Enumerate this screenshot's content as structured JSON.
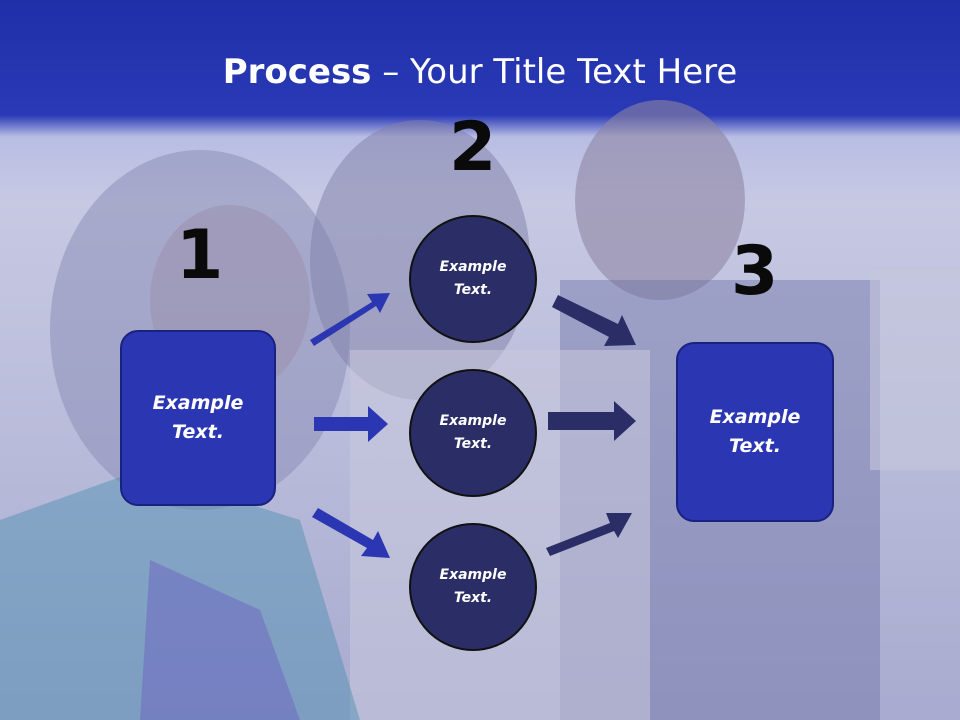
{
  "title": {
    "bold": "Process",
    "rest": " – Your Title Text Here"
  },
  "steps": [
    {
      "number": "1",
      "text_line1": "Example",
      "text_line2": "Text."
    },
    {
      "number": "2",
      "text_line1": "Example",
      "text_line2": "Text."
    },
    {
      "number": "3",
      "text_line1": "Example",
      "text_line2": "Text."
    }
  ],
  "circles": [
    {
      "text_line1": "Example",
      "text_line2": "Text."
    },
    {
      "text_line1": "Example",
      "text_line2": "Text."
    },
    {
      "text_line1": "Example",
      "text_line2": "Text."
    }
  ],
  "colors": {
    "header_blue": "#2331b0",
    "box_blue": "#2b36b3",
    "circle_navy": "#2b2e66",
    "arrow_left": "#2b36b3",
    "arrow_right": "#2b2e66"
  }
}
